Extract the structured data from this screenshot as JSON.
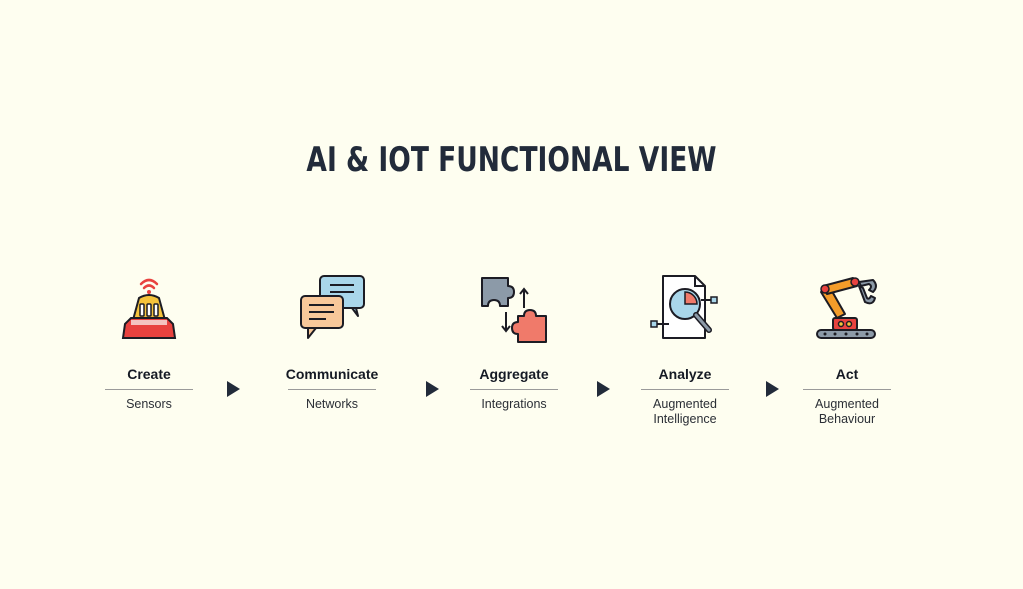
{
  "title": "AI & IOT FUNCTIONAL VIEW",
  "colors": {
    "background": "#fefef0",
    "title": "#222b3a",
    "arrow": "#222b3a",
    "red": "#e8423f",
    "yellow": "#f5c33b",
    "blue": "#a9d6ea",
    "peach": "#f8c89a",
    "gray": "#8c9aa8",
    "coral": "#f07a6a",
    "orange": "#f39c2a"
  },
  "steps": [
    {
      "label": "Create",
      "sub": "Sensors",
      "icon": "sensor-icon"
    },
    {
      "label": "Communicate",
      "sub": "Networks",
      "icon": "chat-bubbles-icon"
    },
    {
      "label": "Aggregate",
      "sub": "Integrations",
      "icon": "puzzle-icon"
    },
    {
      "label": "Analyze",
      "sub": "Augmented\nIntelligence",
      "icon": "analytics-magnifier-icon"
    },
    {
      "label": "Act",
      "sub": "Augmented\nBehaviour",
      "icon": "robotic-arm-icon"
    }
  ]
}
